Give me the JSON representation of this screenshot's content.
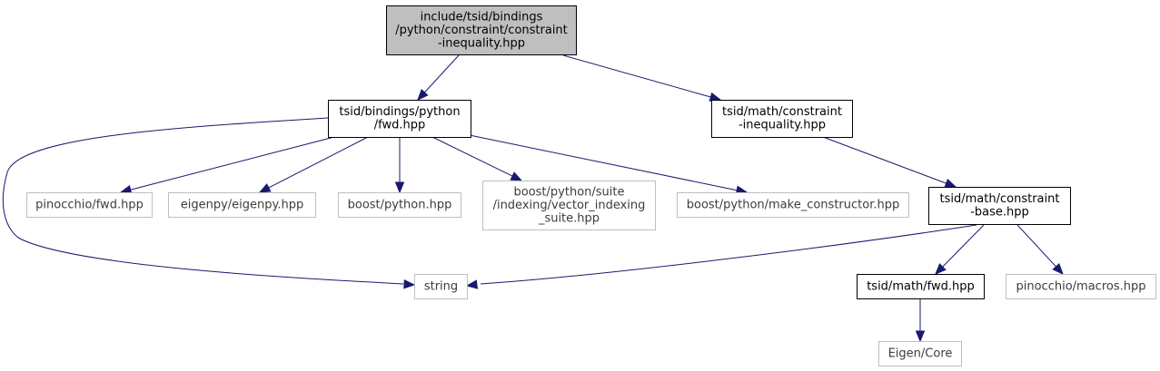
{
  "nodes": [
    {
      "id": "root",
      "style": "root",
      "lines": [
        "include/tsid/bindings",
        "/python/constraint/constraint",
        "-inequality.hpp"
      ]
    },
    {
      "id": "bindings_fwd",
      "style": "solid",
      "lines": [
        "tsid/bindings/python",
        "/fwd.hpp"
      ]
    },
    {
      "id": "math_ineq",
      "style": "solid",
      "lines": [
        "tsid/math/constraint",
        "-inequality.hpp"
      ]
    },
    {
      "id": "pinocchio_fwd",
      "style": "external",
      "lines": [
        "pinocchio/fwd.hpp"
      ]
    },
    {
      "id": "eigenpy",
      "style": "external",
      "lines": [
        "eigenpy/eigenpy.hpp"
      ]
    },
    {
      "id": "boost_python",
      "style": "external",
      "lines": [
        "boost/python.hpp"
      ]
    },
    {
      "id": "vector_suite",
      "style": "external",
      "lines": [
        "boost/python/suite",
        "/indexing/vector_indexing",
        "_suite.hpp"
      ]
    },
    {
      "id": "make_ctor",
      "style": "external",
      "lines": [
        "boost/python/make_constructor.hpp"
      ]
    },
    {
      "id": "constraint_base",
      "style": "solid",
      "lines": [
        "tsid/math/constraint",
        "-base.hpp"
      ]
    },
    {
      "id": "string",
      "style": "external",
      "lines": [
        "string"
      ]
    },
    {
      "id": "math_fwd",
      "style": "solid",
      "lines": [
        "tsid/math/fwd.hpp"
      ]
    },
    {
      "id": "pin_macros",
      "style": "external",
      "lines": [
        "pinocchio/macros.hpp"
      ]
    },
    {
      "id": "eigen_core",
      "style": "external",
      "lines": [
        "Eigen/Core"
      ]
    }
  ],
  "edges": [
    {
      "from": "root",
      "to": "bindings_fwd"
    },
    {
      "from": "root",
      "to": "math_ineq"
    },
    {
      "from": "bindings_fwd",
      "to": "pinocchio_fwd"
    },
    {
      "from": "bindings_fwd",
      "to": "eigenpy"
    },
    {
      "from": "bindings_fwd",
      "to": "boost_python"
    },
    {
      "from": "bindings_fwd",
      "to": "vector_suite"
    },
    {
      "from": "bindings_fwd",
      "to": "make_ctor"
    },
    {
      "from": "bindings_fwd",
      "to": "string"
    },
    {
      "from": "math_ineq",
      "to": "constraint_base"
    },
    {
      "from": "constraint_base",
      "to": "string"
    },
    {
      "from": "constraint_base",
      "to": "math_fwd"
    },
    {
      "from": "constraint_base",
      "to": "pin_macros"
    },
    {
      "from": "math_fwd",
      "to": "eigen_core"
    }
  ]
}
